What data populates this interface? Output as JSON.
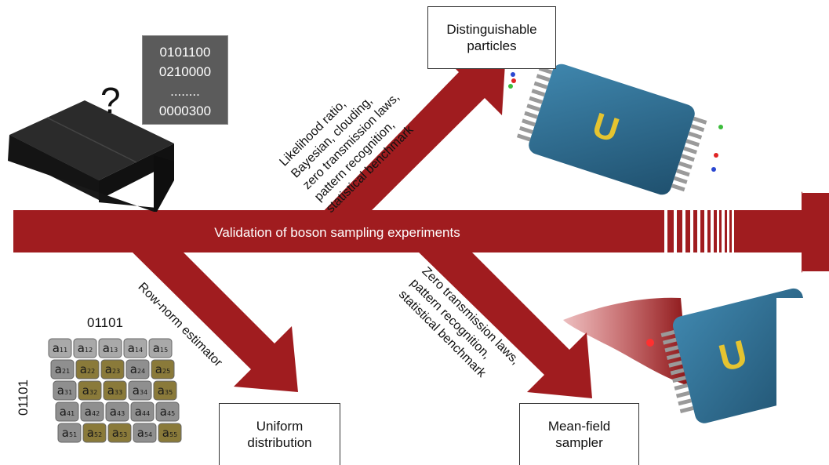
{
  "main_label": "Validation of boson sampling experiments",
  "question_mark": "?",
  "bit_strings": [
    "0101100",
    "0210000",
    "........",
    "0000300"
  ],
  "boxes": {
    "distinguishable": "Distinguishable\nparticles",
    "uniform": "Uniform\ndistribution",
    "meanfield": "Mean-field\nsampler"
  },
  "branch_labels": {
    "upper": "Likelihood ratio,\nBayesian, clouding,\nzero transmission laws,\npattern recognition,\nstatistical benchmark",
    "lower_left": "Row-norm estimator",
    "lower_right": "Zero transmission laws,\npattern recognition,\nstatistical benchmark"
  },
  "unitary_symbol": "U",
  "matrix": {
    "col_label": "01101",
    "row_label": "01101",
    "cells": [
      [
        "a11",
        "a12",
        "a13",
        "a14",
        "a15"
      ],
      [
        "a21",
        "a22",
        "a23",
        "a24",
        "a25"
      ],
      [
        "a31",
        "a32",
        "a33",
        "a34",
        "a35"
      ],
      [
        "a41",
        "a42",
        "a43",
        "a44",
        "a45"
      ],
      [
        "a51",
        "a52",
        "a53",
        "a54",
        "a55"
      ]
    ],
    "selected_rows": [
      1,
      2,
      4
    ],
    "selected_cols": [
      1,
      2,
      4
    ]
  },
  "colors": {
    "arrow": "#a01c1f",
    "device": "#2e6d91",
    "highlight": "#8a7a3a"
  }
}
